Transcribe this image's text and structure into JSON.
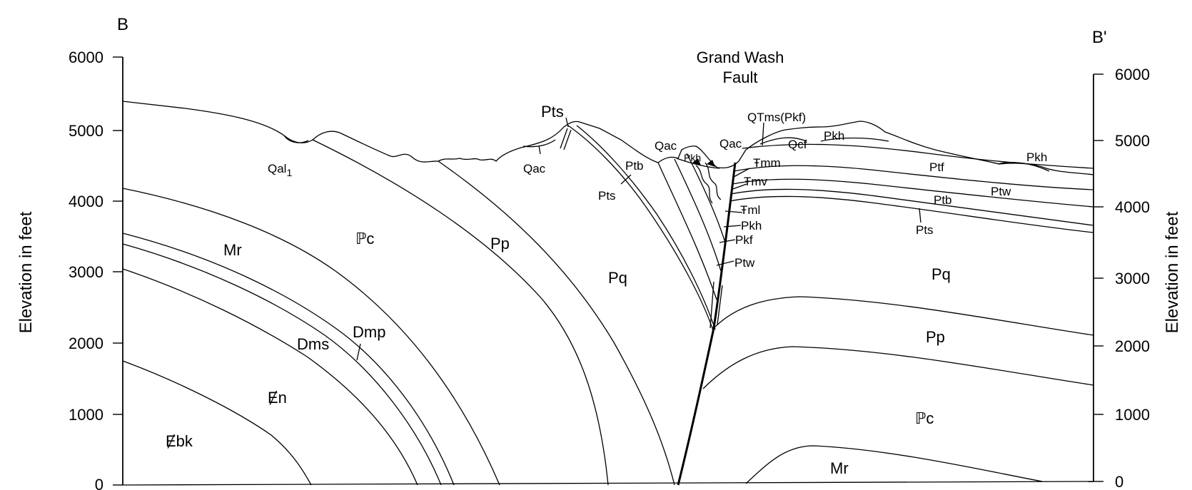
{
  "section": {
    "start_label": "B",
    "end_label": "B'"
  },
  "left_axis": {
    "label": "Elevation in feet",
    "ticks": [
      "6000",
      "5000",
      "4000",
      "3000",
      "2000",
      "1000",
      "0"
    ]
  },
  "right_axis": {
    "label": "Elevation in feet",
    "ticks": [
      "6000",
      "5000",
      "4000",
      "3000",
      "2000",
      "1000",
      "0"
    ]
  },
  "fault": {
    "line1": "Grand Wash",
    "line2": "Fault"
  },
  "units_west": {
    "qal": "Qal",
    "qal_sub": "1",
    "pts_top": "Pts",
    "qac1": "Qac",
    "mr": "Mr",
    "pc": "ℙc",
    "pp": "Pp",
    "pq": "Pq",
    "dms": "Dms",
    "dmp": "Dmp",
    "cn": "Ɇn",
    "cbk": "Ɇbk",
    "ptb": "Ptb",
    "pts": "Pts",
    "qac2": "Qac",
    "pkh_small": "Pkh"
  },
  "units_east": {
    "qac": "Qac",
    "qtms": "QTms(Pkf)",
    "qcf": "Qcf",
    "pkh": "Pkh",
    "pkh_far": "Pkh",
    "trmm": "Ŧmm",
    "trmv": "Ŧmv",
    "trml": "Ŧml",
    "pkh_lbl": "Pkh",
    "pkf_lbl": "Pkf",
    "ptw_lbl": "Ptw",
    "ptf": "Ptf",
    "ptw": "Ptw",
    "ptb": "Ptb",
    "pts": "Pts",
    "pq": "Pq",
    "pp": "Pp",
    "pc": "ℙc",
    "mr": "Mr"
  }
}
